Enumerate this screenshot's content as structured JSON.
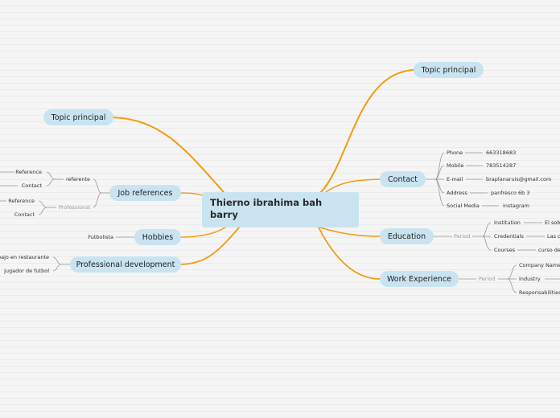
{
  "central": {
    "title": "Thierno ibrahima bah barry"
  },
  "left": {
    "topic_principal": "Topic principal",
    "job_references": {
      "label": "Job references",
      "referente": {
        "label": "referente",
        "children": [
          "Reference",
          "Contact"
        ]
      },
      "professional": {
        "label": "Professional",
        "children": [
          "Reference",
          "Contact"
        ]
      }
    },
    "hobbies": {
      "label": "Hobbies",
      "children": [
        "Futbolista"
      ]
    },
    "professional_development": {
      "label": "Professional development",
      "children": [
        "Trabajo en restaurante",
        "jugador de futbol"
      ]
    }
  },
  "right": {
    "topic_principal": "Topic principal",
    "contact": {
      "label": "Contact",
      "rows": [
        {
          "key": "Phone",
          "value": "663318683"
        },
        {
          "key": "Mobile",
          "value": "783514287"
        },
        {
          "key": "E-mail",
          "value": "braplanaruis@gmail.com"
        },
        {
          "key": "Address",
          "value": "panfresco 6b 3"
        },
        {
          "key": "Social Media",
          "value": "instagram"
        }
      ]
    },
    "education": {
      "label": "Education",
      "period": "Period",
      "rows": [
        {
          "key": "Institution",
          "value": "El sob"
        },
        {
          "key": "Credentials",
          "value": "Las c"
        },
        {
          "key": "Courses",
          "value": "curso de"
        }
      ]
    },
    "work_experience": {
      "label": "Work Experience",
      "period": "Period",
      "rows": [
        "Company Name",
        "Industry",
        "Responsabilities"
      ]
    }
  },
  "colors": {
    "branch": "#f39c12",
    "node_bg": "#c9e4f0",
    "sub_line": "#999999",
    "background": "#f5f5f5"
  }
}
